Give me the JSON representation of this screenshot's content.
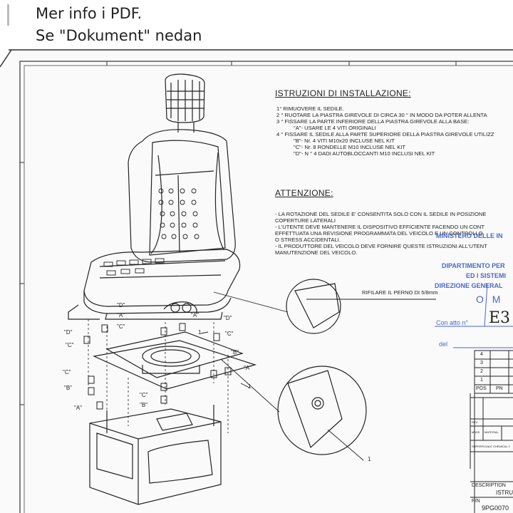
{
  "header": {
    "line1": "Mer info i PDF.",
    "line2": "Se \"Dokument\" nedan"
  },
  "istruzioni": {
    "title": "ISTRUZIONI DI INSTALLAZIONE:",
    "lines": [
      "1° RIMUOVERE IL SEDILE.",
      "2 ° RUOTARE LA PIASTRA GIREVOLE DI CIRCA 30 ° IN MODO DA POTER ALLENTA",
      "3 ° FISSARE LA PARTE INFERIORE DELLA PIASTRA GIREVOLE ALLA BASE:",
      "\"A\"- USARE LE 4 VITI ORIGINALI",
      "4 ° FISSARE IL SEDILE ALLA PARTE SUPERIORE DELLA PIASTRA GIREVOLE UTILIZZ",
      "\"B\"- Nr. 4 VITI M10x20 INCLUSE NEL KIT",
      "\"C\"- Nr. 8 RONDELLE M10 INCLUSE NEL KIT",
      "\"D\"- N ° 4 DADI AUTOBLOCCANTI M10 INCLUSI NEL KIT"
    ]
  },
  "attenzione": {
    "title": "ATTENZIONE:",
    "lines": [
      "- LA ROTAZIONE DEL SEDILE E' CONSENTITA SOLO CON IL SEDILE IN POSIZIONE",
      "COPERTURE LATERALI",
      "- L'UTENTE DEVE MANTENERE IL DISPOSITIVO EFFICIENTE FACENDO UN CONT",
      "EFFETTUATA UNA REVISIONE PROGRAMMATA DEL VEICOLO E UN CONTROLLO",
      "O STRESS ACCIDENTALI.",
      "- IL PRODUTTORE DEL VEICOLO DEVE FORNIRE QUESTE ISTRUZIONI ALL'UTENT",
      "MANUTENZIONE DEL VEICOLO."
    ]
  },
  "callout": "RIFILARE IL PERNO DI 5/8mm",
  "labels": {
    "a": "\"A\"",
    "b": "\"B\"",
    "c": "\"C\"",
    "d": "\"D\"",
    "one": "1"
  },
  "stamp": {
    "l1": "MINISTERO DELLE IN",
    "l2": "DIPARTIMENTO PER",
    "l3": "ED I SISTEMI",
    "l4": "DIREZIONE GENERAL",
    "om": "O M",
    "atto_label": "Con atto n°",
    "atto_value": "E3 /",
    "del_label": "del"
  },
  "titleblock": {
    "rows": [
      "4",
      "3",
      "2",
      "1"
    ],
    "pos": "POS",
    "pn": "PN",
    "rev": "REV.",
    "mass": "MASS",
    "material": "MATERIAL",
    "surface": "SUPERFICIALE CHEMICAL T",
    "description": "DESCRIPTION",
    "desc_value": "ISTRU",
    "pn_label": "P/N",
    "pn_value": "9PG0070"
  },
  "colors": {
    "stamp": "#4a67c9",
    "ink": "#222222"
  }
}
